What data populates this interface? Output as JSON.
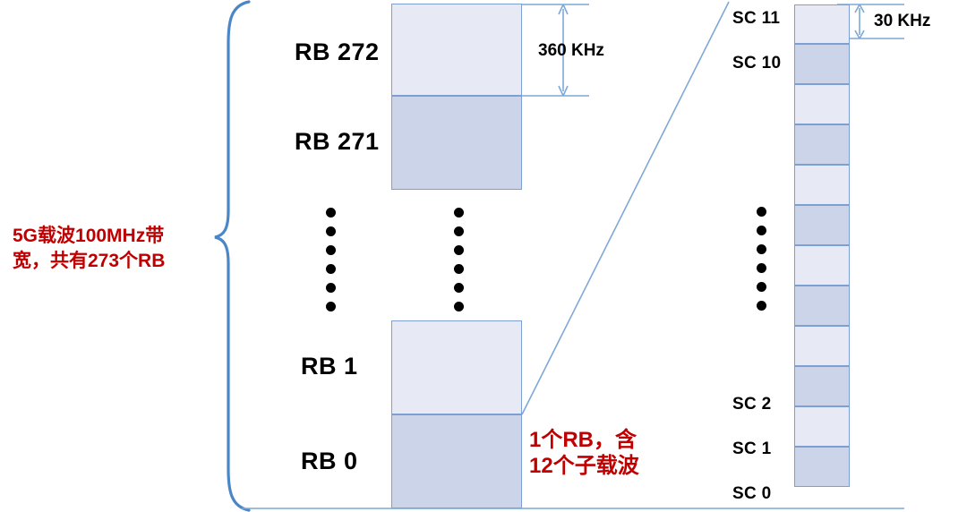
{
  "diagram": {
    "title": "5G NR carrier resource block and subcarrier structure",
    "colors": {
      "fill_light": "#e7eaf4",
      "fill_dark": "#ccd4ea",
      "outline": "#7d9fd1",
      "accent_red": "#c00000",
      "brace": "#4a86c8",
      "dimension_line": "#7fa8d6"
    }
  },
  "left_annotation": {
    "line1": "5G载波100MHz带",
    "line2": "宽，共有273个RB"
  },
  "rb_column": {
    "blocks": [
      {
        "label": "RB 272",
        "shade": "light"
      },
      {
        "label": "RB 271",
        "shade": "dark"
      },
      {
        "label": "RB 1",
        "shade": "light"
      },
      {
        "label": "RB 0",
        "shade": "dark"
      }
    ],
    "ellipsis_dots": 6
  },
  "rb_dimension": {
    "value": "360 KHz"
  },
  "sc_dimension": {
    "value": "30 KHz"
  },
  "sc_column": {
    "labels": [
      {
        "index": 11,
        "text": "SC 11"
      },
      {
        "index": 10,
        "text": "SC 10"
      },
      {
        "index": 2,
        "text": "SC 2"
      },
      {
        "index": 1,
        "text": "SC 1"
      },
      {
        "index": 0,
        "text": "SC 0"
      }
    ],
    "cells": [
      {
        "index": 11,
        "shade": "light"
      },
      {
        "index": 10,
        "shade": "dark"
      },
      {
        "index": 9,
        "shade": "light"
      },
      {
        "index": 8,
        "shade": "dark"
      },
      {
        "index": 7,
        "shade": "light"
      },
      {
        "index": 6,
        "shade": "dark"
      },
      {
        "index": 5,
        "shade": "light"
      },
      {
        "index": 4,
        "shade": "dark"
      },
      {
        "index": 3,
        "shade": "light"
      },
      {
        "index": 2,
        "shade": "dark"
      },
      {
        "index": 1,
        "shade": "light"
      },
      {
        "index": 0,
        "shade": "dark"
      }
    ],
    "ellipsis_dots": 6,
    "total_subcarriers": 12
  },
  "rb_note": {
    "line1": "1个RB，含",
    "line2": "12个子载波"
  }
}
